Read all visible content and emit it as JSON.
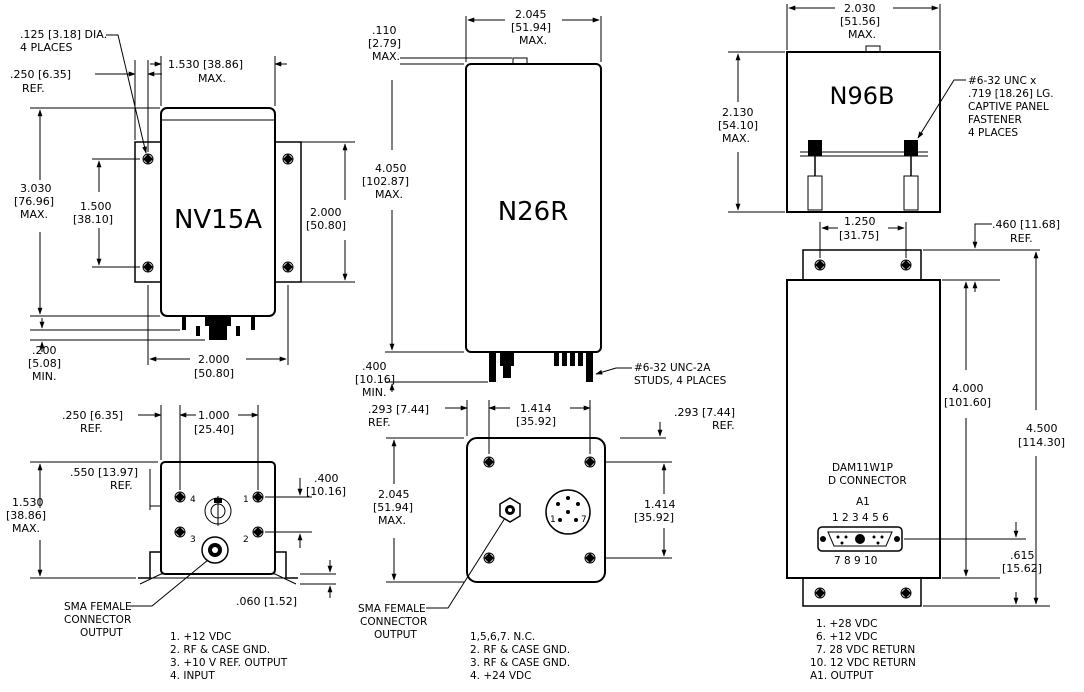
{
  "nv15a": {
    "model": "NV15A",
    "hole_dia": ".125 [3.18] DIA.",
    "hole_places": "4 PLACES",
    "ref_250": ".250 [6.35]",
    "ref_250_label": "REF.",
    "width_max": "1.530 [38.86]",
    "width_max_label": "MAX.",
    "height": "3.030",
    "height_mm": "[76.96]",
    "height_label": "MAX.",
    "hole_spacing": "1.500",
    "hole_spacing_mm": "[38.10]",
    "flange_height": "2.000",
    "flange_height_mm": "[50.80]",
    "conn_min": ".200",
    "conn_min_mm": "[5.08]",
    "conn_min_label": "MIN.",
    "flange_width": "2.000",
    "flange_width_mm": "[50.80]"
  },
  "nv15a_bottom": {
    "ref_250": ".250 [6.35]",
    "ref_label": "REF.",
    "spacing": "1.000",
    "spacing_mm": "[25.40]",
    "ref_550": ".550 [13.97]",
    "ref_550_label": "REF.",
    "dim_400": ".400",
    "dim_400_mm": "[10.16]",
    "height": "1.530",
    "height_mm": "[38.86]",
    "height_label": "MAX.",
    "thickness": ".060 [1.52]",
    "pin_labels": [
      "1",
      "2",
      "3",
      "4"
    ],
    "connector": [
      "SMA FEMALE",
      "CONNECTOR",
      "OUTPUT"
    ],
    "pins": [
      "1.  +12 VDC",
      "2.  RF & CASE GND.",
      "3.  +10 V REF. OUTPUT",
      "4.  INPUT"
    ]
  },
  "n26r": {
    "model": "N26R",
    "top_dim": ".110",
    "top_dim_mm": "[2.79]",
    "top_dim_label": "MAX.",
    "width": "2.045",
    "width_mm": "[51.94]",
    "width_label": "MAX.",
    "height": "4.050",
    "height_mm": "[102.87]",
    "height_label": "MAX.",
    "stud_len": ".400",
    "stud_len_mm": "[10.16]",
    "stud_len_label": "MIN.",
    "stud_note_1": "#6-32 UNC-2A",
    "stud_note_2": "STUDS, 4 PLACES"
  },
  "n26r_bottom": {
    "ref_left": ".293 [7.44]",
    "ref_left_label": "REF.",
    "spacing": "1.414",
    "spacing_mm": "[35.92]",
    "ref_right": ".293 [7.44]",
    "ref_right_label": "REF.",
    "height": "2.045",
    "height_mm": "[51.94]",
    "height_label": "MAX.",
    "v_spacing": "1.414",
    "v_spacing_mm": "[35.92]",
    "pin_labels": [
      "1",
      "7"
    ],
    "connector": [
      "SMA FEMALE",
      "CONNECTOR",
      "OUTPUT"
    ],
    "pins": [
      "1,5,6,7.   N.C.",
      "2.  RF & CASE GND.",
      "3.  RF & CASE GND.",
      "4.  +24 VDC"
    ]
  },
  "n96b": {
    "model": "N96B",
    "width": "2.030",
    "width_mm": "[51.56]",
    "width_label": "MAX.",
    "height": "2.130",
    "height_mm": "[54.10]",
    "height_label": "MAX.",
    "fastener": [
      "#6-32 UNC x",
      ".719 [18.26] LG.",
      "CAPTIVE PANEL",
      "FASTENER",
      "4 PLACES"
    ]
  },
  "n96b_front": {
    "spacing": "1.250",
    "spacing_mm": "[31.75]",
    "ref_460": ".460 [11.68]",
    "ref_460_label": "REF.",
    "body_h": "4.000",
    "body_h_mm": "[101.60]",
    "total_h": "4.500",
    "total_h_mm": "[114.30]",
    "dim_615": ".615",
    "dim_615_mm": "[15.62]",
    "connector_name": "DAM11W1P",
    "connector_type": "D CONNECTOR",
    "a1": "A1",
    "top_pins": "1 2 3  4 5 6",
    "bottom_pins": "7  8   9 10",
    "pins": [
      "1.  +28 VDC",
      "6.  +12 VDC",
      "7.  28 VDC RETURN",
      "10. 12 VDC RETURN",
      "A1.  OUTPUT"
    ]
  }
}
